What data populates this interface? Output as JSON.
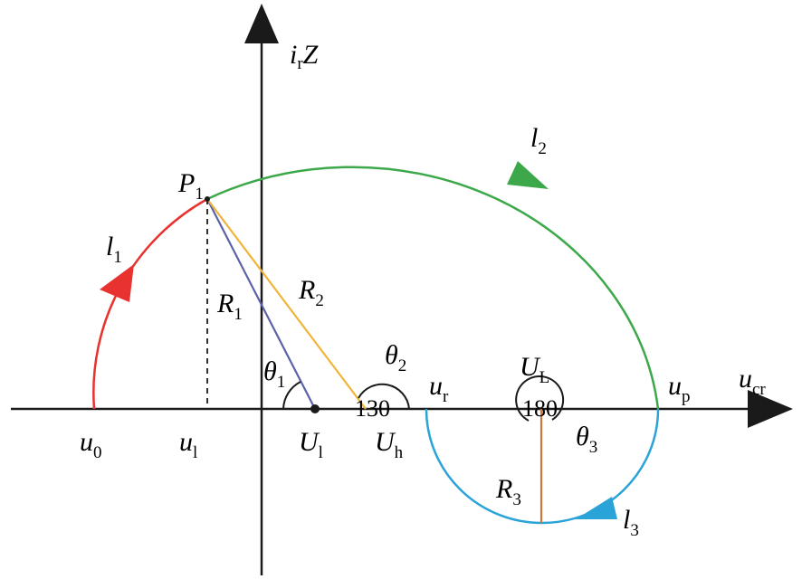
{
  "labels": {
    "irZ": {
      "main": "i",
      "sub": "r",
      "tail": "Z"
    },
    "ucr": {
      "main": "u",
      "sub": "cr"
    },
    "P1": {
      "main": "P",
      "sub": "1"
    },
    "l1": {
      "main": "l",
      "sub": "1"
    },
    "l2": {
      "main": "l",
      "sub": "2"
    },
    "l3": {
      "main": "l",
      "sub": "3"
    },
    "R1": {
      "main": "R",
      "sub": "1"
    },
    "R2": {
      "main": "R",
      "sub": "2"
    },
    "R3": {
      "main": "R",
      "sub": "3"
    },
    "theta1": {
      "main": "θ",
      "sub": "1"
    },
    "theta2": {
      "main": "θ",
      "sub": "2"
    },
    "theta3": {
      "main": "θ",
      "sub": "3"
    },
    "u0": {
      "main": "u",
      "sub": "0"
    },
    "ul": {
      "main": "u",
      "sub": "l"
    },
    "Ul": {
      "main": "U",
      "sub": "l"
    },
    "Uh": {
      "main": "U",
      "sub": "h"
    },
    "ur": {
      "main": "u",
      "sub": "r"
    },
    "UL": {
      "main": "U",
      "sub": "L"
    },
    "up": {
      "main": "u",
      "sub": "p"
    }
  },
  "angles": {
    "a130": "130",
    "a180": "180"
  },
  "colors": {
    "axis": "#1a1a1a",
    "arc_l1": "#e8322f",
    "arc_l2": "#3ca84a",
    "arc_l3": "#2aa3d8",
    "radius_R1": "#5a62a8",
    "radius_R2": "#f0b43c",
    "radius_R3": "#c8783c"
  }
}
